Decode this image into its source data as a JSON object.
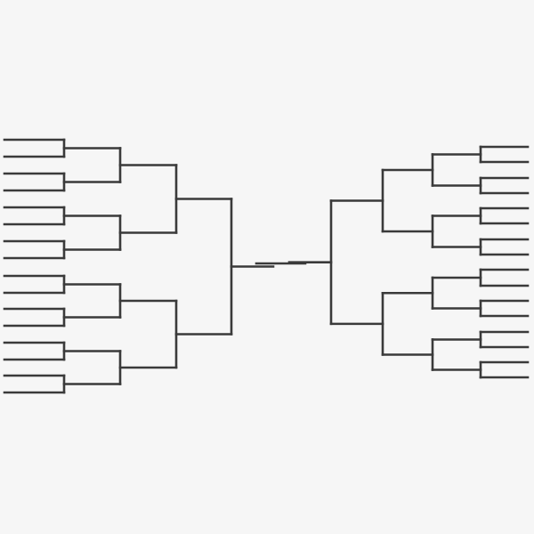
{
  "diagram": {
    "type": "tournament-bracket",
    "entrants_per_side": 16,
    "sides": [
      "left",
      "right"
    ],
    "colors": {
      "background": "#f6f6f6",
      "line": "#3a3a3a"
    }
  }
}
